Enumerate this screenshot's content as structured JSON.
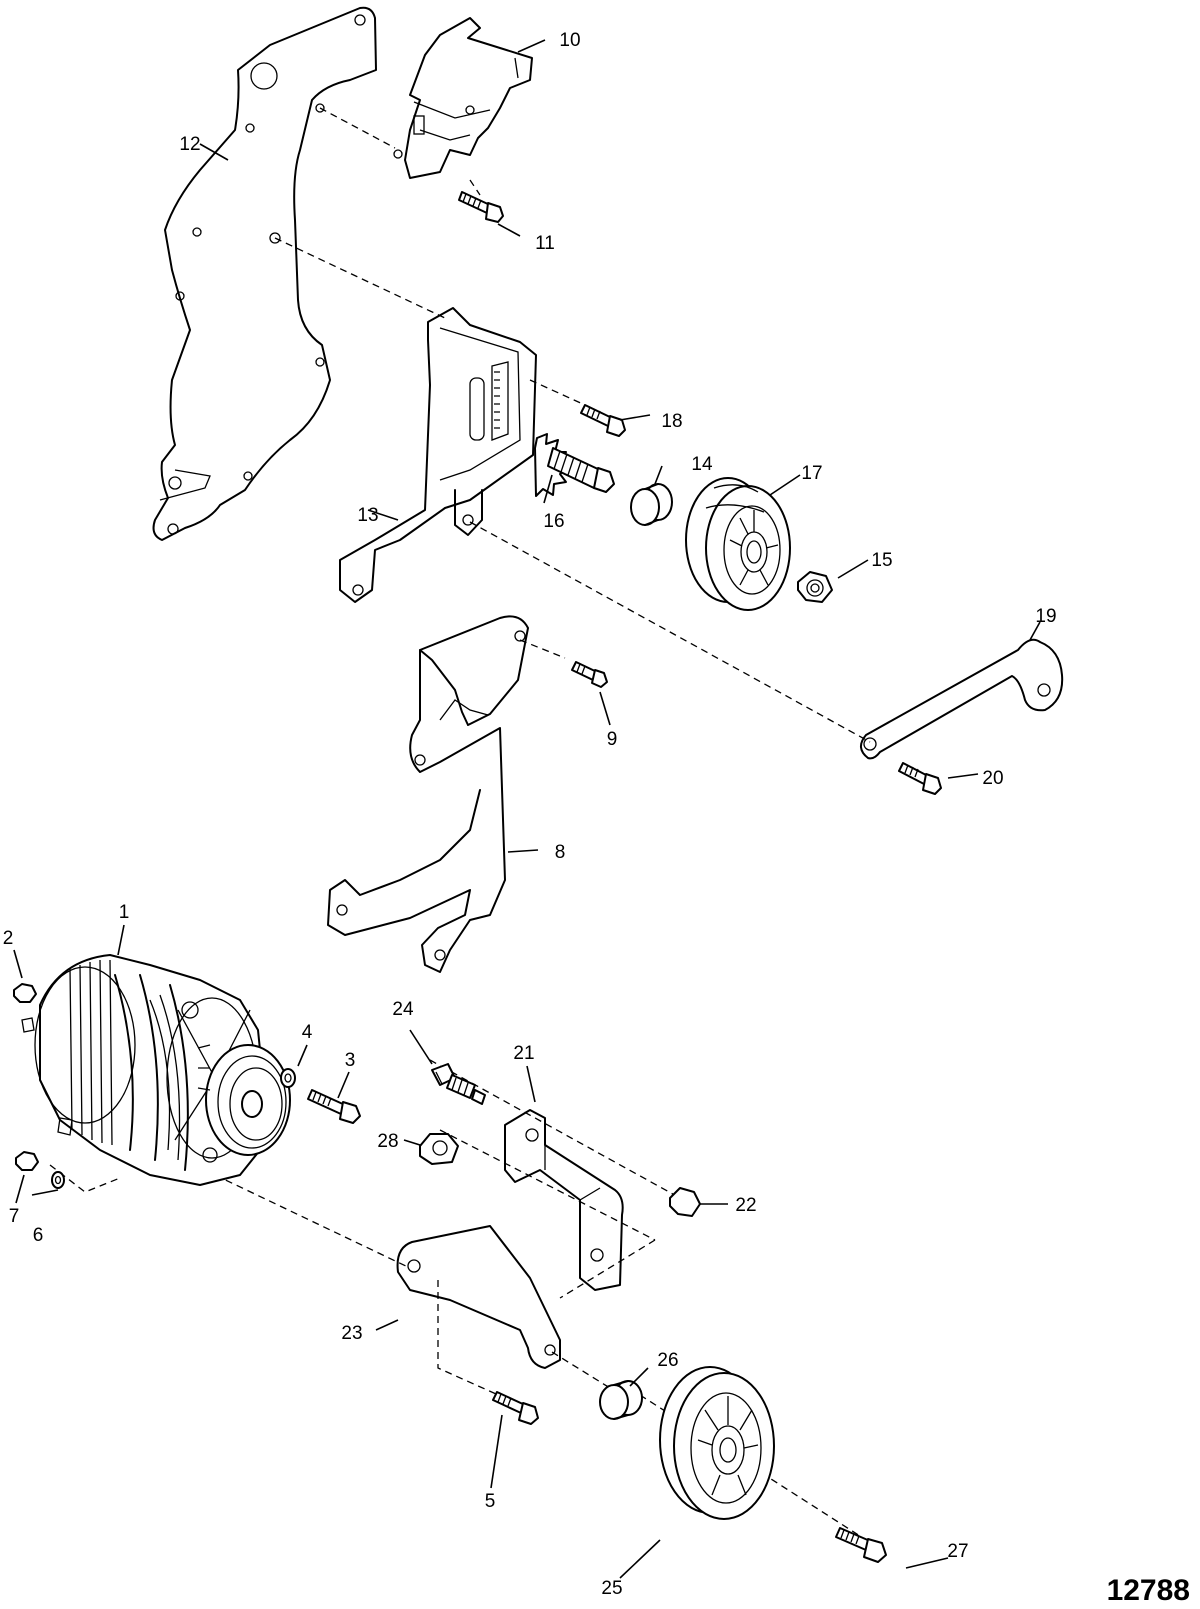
{
  "figure": {
    "id": "12788",
    "callouts": [
      {
        "number": "1"
      },
      {
        "number": "2"
      },
      {
        "number": "3"
      },
      {
        "number": "4"
      },
      {
        "number": "5"
      },
      {
        "number": "6"
      },
      {
        "number": "7"
      },
      {
        "number": "8"
      },
      {
        "number": "9"
      },
      {
        "number": "10"
      },
      {
        "number": "11"
      },
      {
        "number": "12"
      },
      {
        "number": "13"
      },
      {
        "number": "14"
      },
      {
        "number": "15"
      },
      {
        "number": "16"
      },
      {
        "number": "17"
      },
      {
        "number": "18"
      },
      {
        "number": "19"
      },
      {
        "number": "20"
      },
      {
        "number": "21"
      },
      {
        "number": "22"
      },
      {
        "number": "23"
      },
      {
        "number": "24"
      },
      {
        "number": "25"
      },
      {
        "number": "26"
      },
      {
        "number": "27"
      },
      {
        "number": "28"
      }
    ]
  }
}
